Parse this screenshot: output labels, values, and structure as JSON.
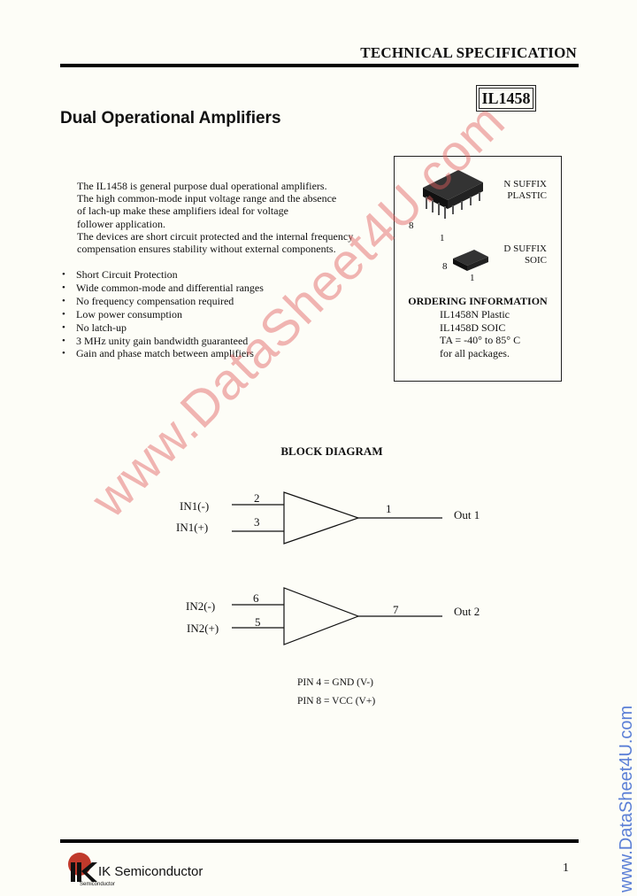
{
  "header": {
    "title": "TECHNICAL SPECIFICATION",
    "part_number": "IL1458"
  },
  "document_title": "Dual Operational Amplifiers",
  "description_lines": [
    "The IL1458 is general purpose dual operational amplifiers.",
    "The high common-mode input voltage range and the absence",
    "of lach-up make these amplifiers ideal for voltage",
    "follower application.",
    "The devices are short circuit protected and the internal frequency",
    "compensation ensures stability without external components."
  ],
  "features": [
    "Short Circuit Protection",
    "Wide common-mode and differential ranges",
    "No frequency compensation required",
    "Low power consumption",
    "No latch-up",
    "3 MHz unity gain bandwidth guaranteed",
    "Gain and phase match between amplifiers"
  ],
  "packages": {
    "n_suffix": "N SUFFIX",
    "n_type": "PLASTIC",
    "d_suffix": "D SUFFIX",
    "d_type": "SOIC",
    "pin8": "8",
    "pin1": "1"
  },
  "ordering": {
    "heading": "ORDERING INFORMATION",
    "lines": [
      "IL1458N Plastic",
      "IL1458D SOIC",
      "TA = -40° to 85° C",
      "for all packages."
    ]
  },
  "block_diagram": {
    "title": "BLOCK DIAGRAM",
    "amp1": {
      "in_minus": "IN1(-)",
      "in_plus": "IN1(+)",
      "pin_minus": "2",
      "pin_plus": "3",
      "pin_out": "1",
      "out": "Out 1"
    },
    "amp2": {
      "in_minus": "IN2(-)",
      "in_plus": "IN2(+)",
      "pin_minus": "6",
      "pin_plus": "5",
      "pin_out": "7",
      "out": "Out 2"
    },
    "pin_notes": [
      "PIN 4 = GND (V-)",
      "PIN 8 = VCC (V+)"
    ]
  },
  "footer": {
    "company": "IK Semiconductor",
    "logo_text": "IK",
    "logo_sub": "Semiconductor",
    "page": "1"
  },
  "watermark": {
    "main": "www.DataSheet4U.com",
    "side": "www.DataSheet4U.com",
    "color": "#e15a5a"
  }
}
